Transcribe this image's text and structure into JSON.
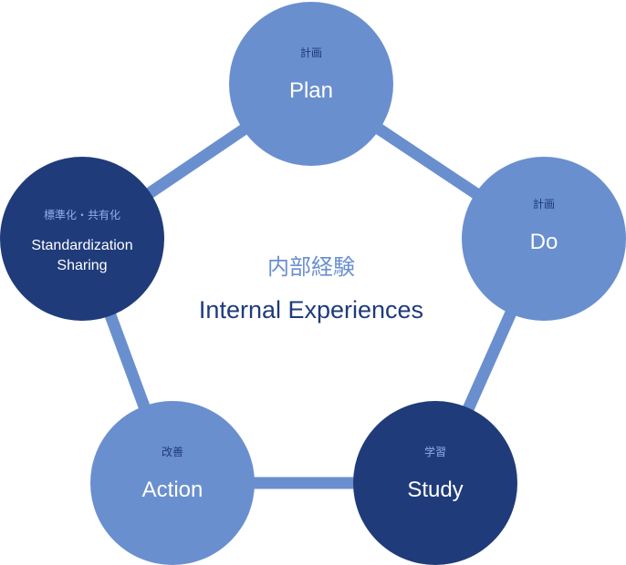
{
  "colors": {
    "light_node": "#6a8fcf",
    "dark_node": "#1f3b7a",
    "connector": "#6a8fcf",
    "light_node_jp_text": "#1f3b7a",
    "dark_node_jp_text": "#8fb0e8",
    "node_en_text": "#ffffff"
  },
  "center": {
    "title_jp": "内部経験",
    "title_en": "Internal Experiences"
  },
  "nodes": {
    "plan": {
      "label_jp": "計画",
      "label_en": "Plan"
    },
    "do": {
      "label_jp": "計画",
      "label_en": "Do"
    },
    "study": {
      "label_jp": "学習",
      "label_en": "Study"
    },
    "action": {
      "label_jp": "改善",
      "label_en": "Action"
    },
    "standardization": {
      "label_jp": "標準化・共有化",
      "label_en_line1": "Standardization",
      "label_en_line2": "Sharing"
    }
  }
}
